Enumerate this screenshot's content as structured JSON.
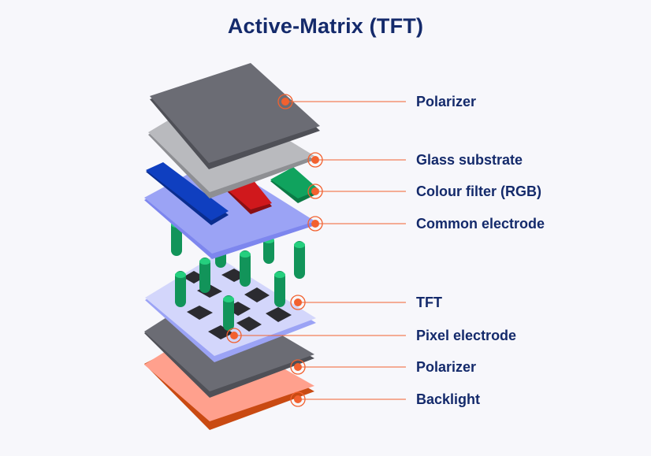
{
  "title": "Active-Matrix (TFT)",
  "labels": [
    "Polarizer",
    "Glass substrate",
    "Colour filter (RGB)",
    "Common electrode",
    "TFT",
    "Pixel electrode",
    "Polarizer",
    "Backlight"
  ],
  "colors": {
    "title": "#142a6b",
    "marker": "#f2612f",
    "leader": "#f2612f",
    "polarizer": "#6b6c74",
    "glass": "#b9babe",
    "common_electrode": "#9ba3f5",
    "filter_red": "#d0181c",
    "filter_green": "#10a35e",
    "filter_blue": "#0f3fc0",
    "pixel_grid": "#d3d6fb",
    "tft_pillar": "#17b36b",
    "backlight": "#ffa08d"
  }
}
